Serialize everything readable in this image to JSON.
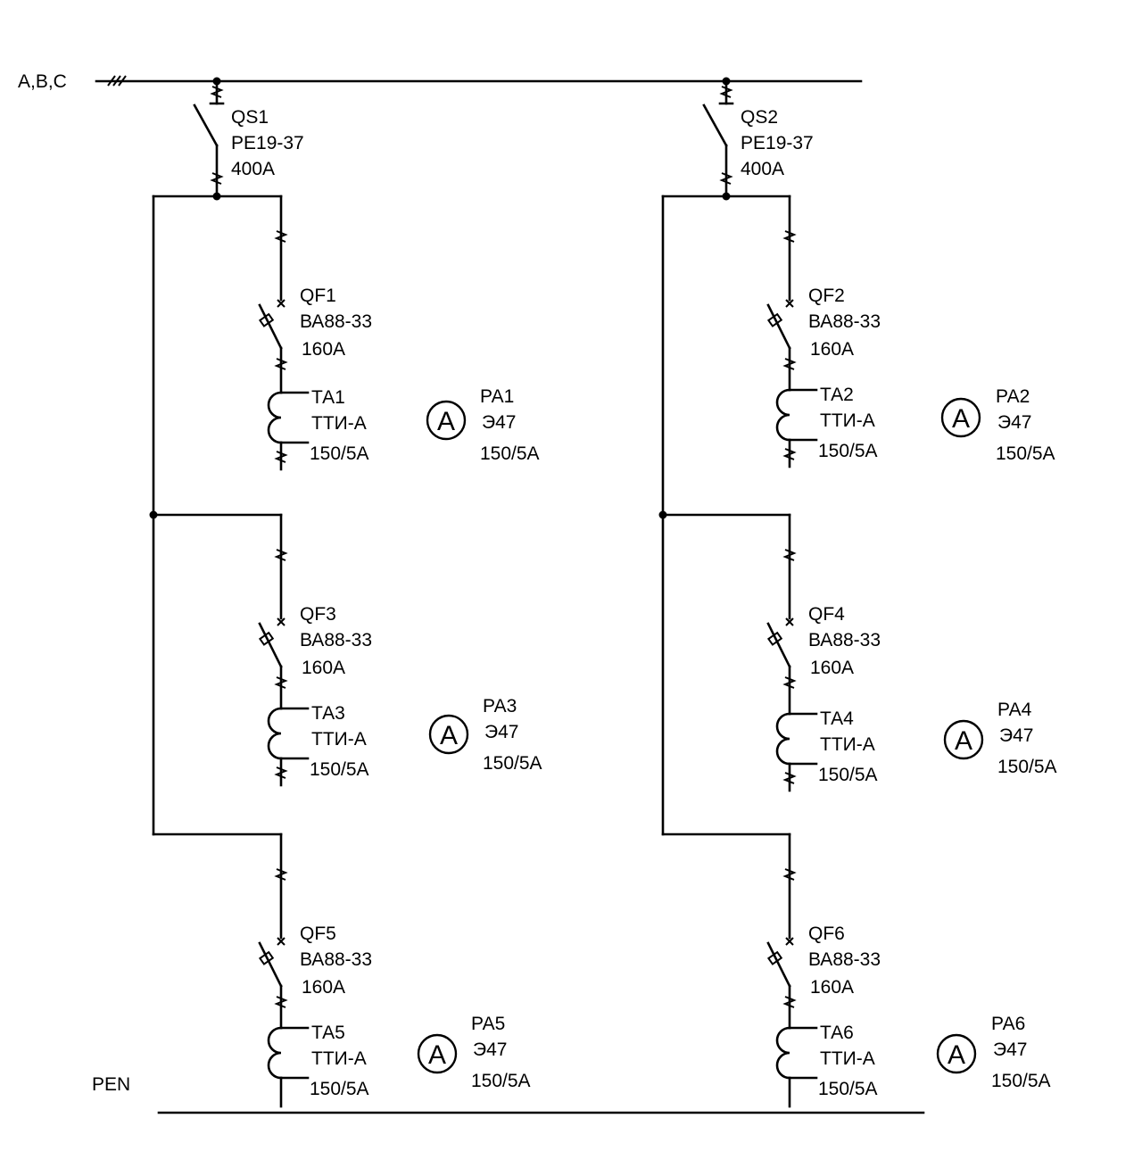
{
  "bus_label": "A,B,C",
  "pen_label": "PEN",
  "disconnectors": [
    {
      "name": "QS1",
      "type": "РЕ19-37",
      "rating": "400А"
    },
    {
      "name": "QS2",
      "type": "РЕ19-37",
      "rating": "400А"
    }
  ],
  "feeders": [
    {
      "breaker": "QF1",
      "breaker_type": "ВА88-33",
      "breaker_rating": "160А",
      "ct": "ТА1",
      "ct_type": "ТТИ-А",
      "ct_ratio": "150/5А",
      "meter": "РА1",
      "meter_type": "Э47",
      "meter_ratio": "150/5А"
    },
    {
      "breaker": "QF2",
      "breaker_type": "ВА88-33",
      "breaker_rating": "160А",
      "ct": "ТА2",
      "ct_type": "ТТИ-А",
      "ct_ratio": "150/5А",
      "meter": "РА2",
      "meter_type": "Э47",
      "meter_ratio": "150/5А"
    },
    {
      "breaker": "QF3",
      "breaker_type": "ВА88-33",
      "breaker_rating": "160А",
      "ct": "ТА3",
      "ct_type": "ТТИ-А",
      "ct_ratio": "150/5А",
      "meter": "РА3",
      "meter_type": "Э47",
      "meter_ratio": "150/5А"
    },
    {
      "breaker": "QF4",
      "breaker_type": "ВА88-33",
      "breaker_rating": "160А",
      "ct": "ТА4",
      "ct_type": "ТТИ-А",
      "ct_ratio": "150/5А",
      "meter": "РА4",
      "meter_type": "Э47",
      "meter_ratio": "150/5А"
    },
    {
      "breaker": "QF5",
      "breaker_type": "ВА88-33",
      "breaker_rating": "160А",
      "ct": "ТА5",
      "ct_type": "ТТИ-А",
      "ct_ratio": "150/5А",
      "meter": "РА5",
      "meter_type": "Э47",
      "meter_ratio": "150/5А"
    },
    {
      "breaker": "QF6",
      "breaker_type": "ВА88-33",
      "breaker_rating": "160А",
      "ct": "ТА6",
      "ct_type": "ТТИ-А",
      "ct_ratio": "150/5А",
      "meter": "РА6",
      "meter_type": "Э47",
      "meter_ratio": "150/5А"
    }
  ],
  "ammeter_symbol": "A"
}
